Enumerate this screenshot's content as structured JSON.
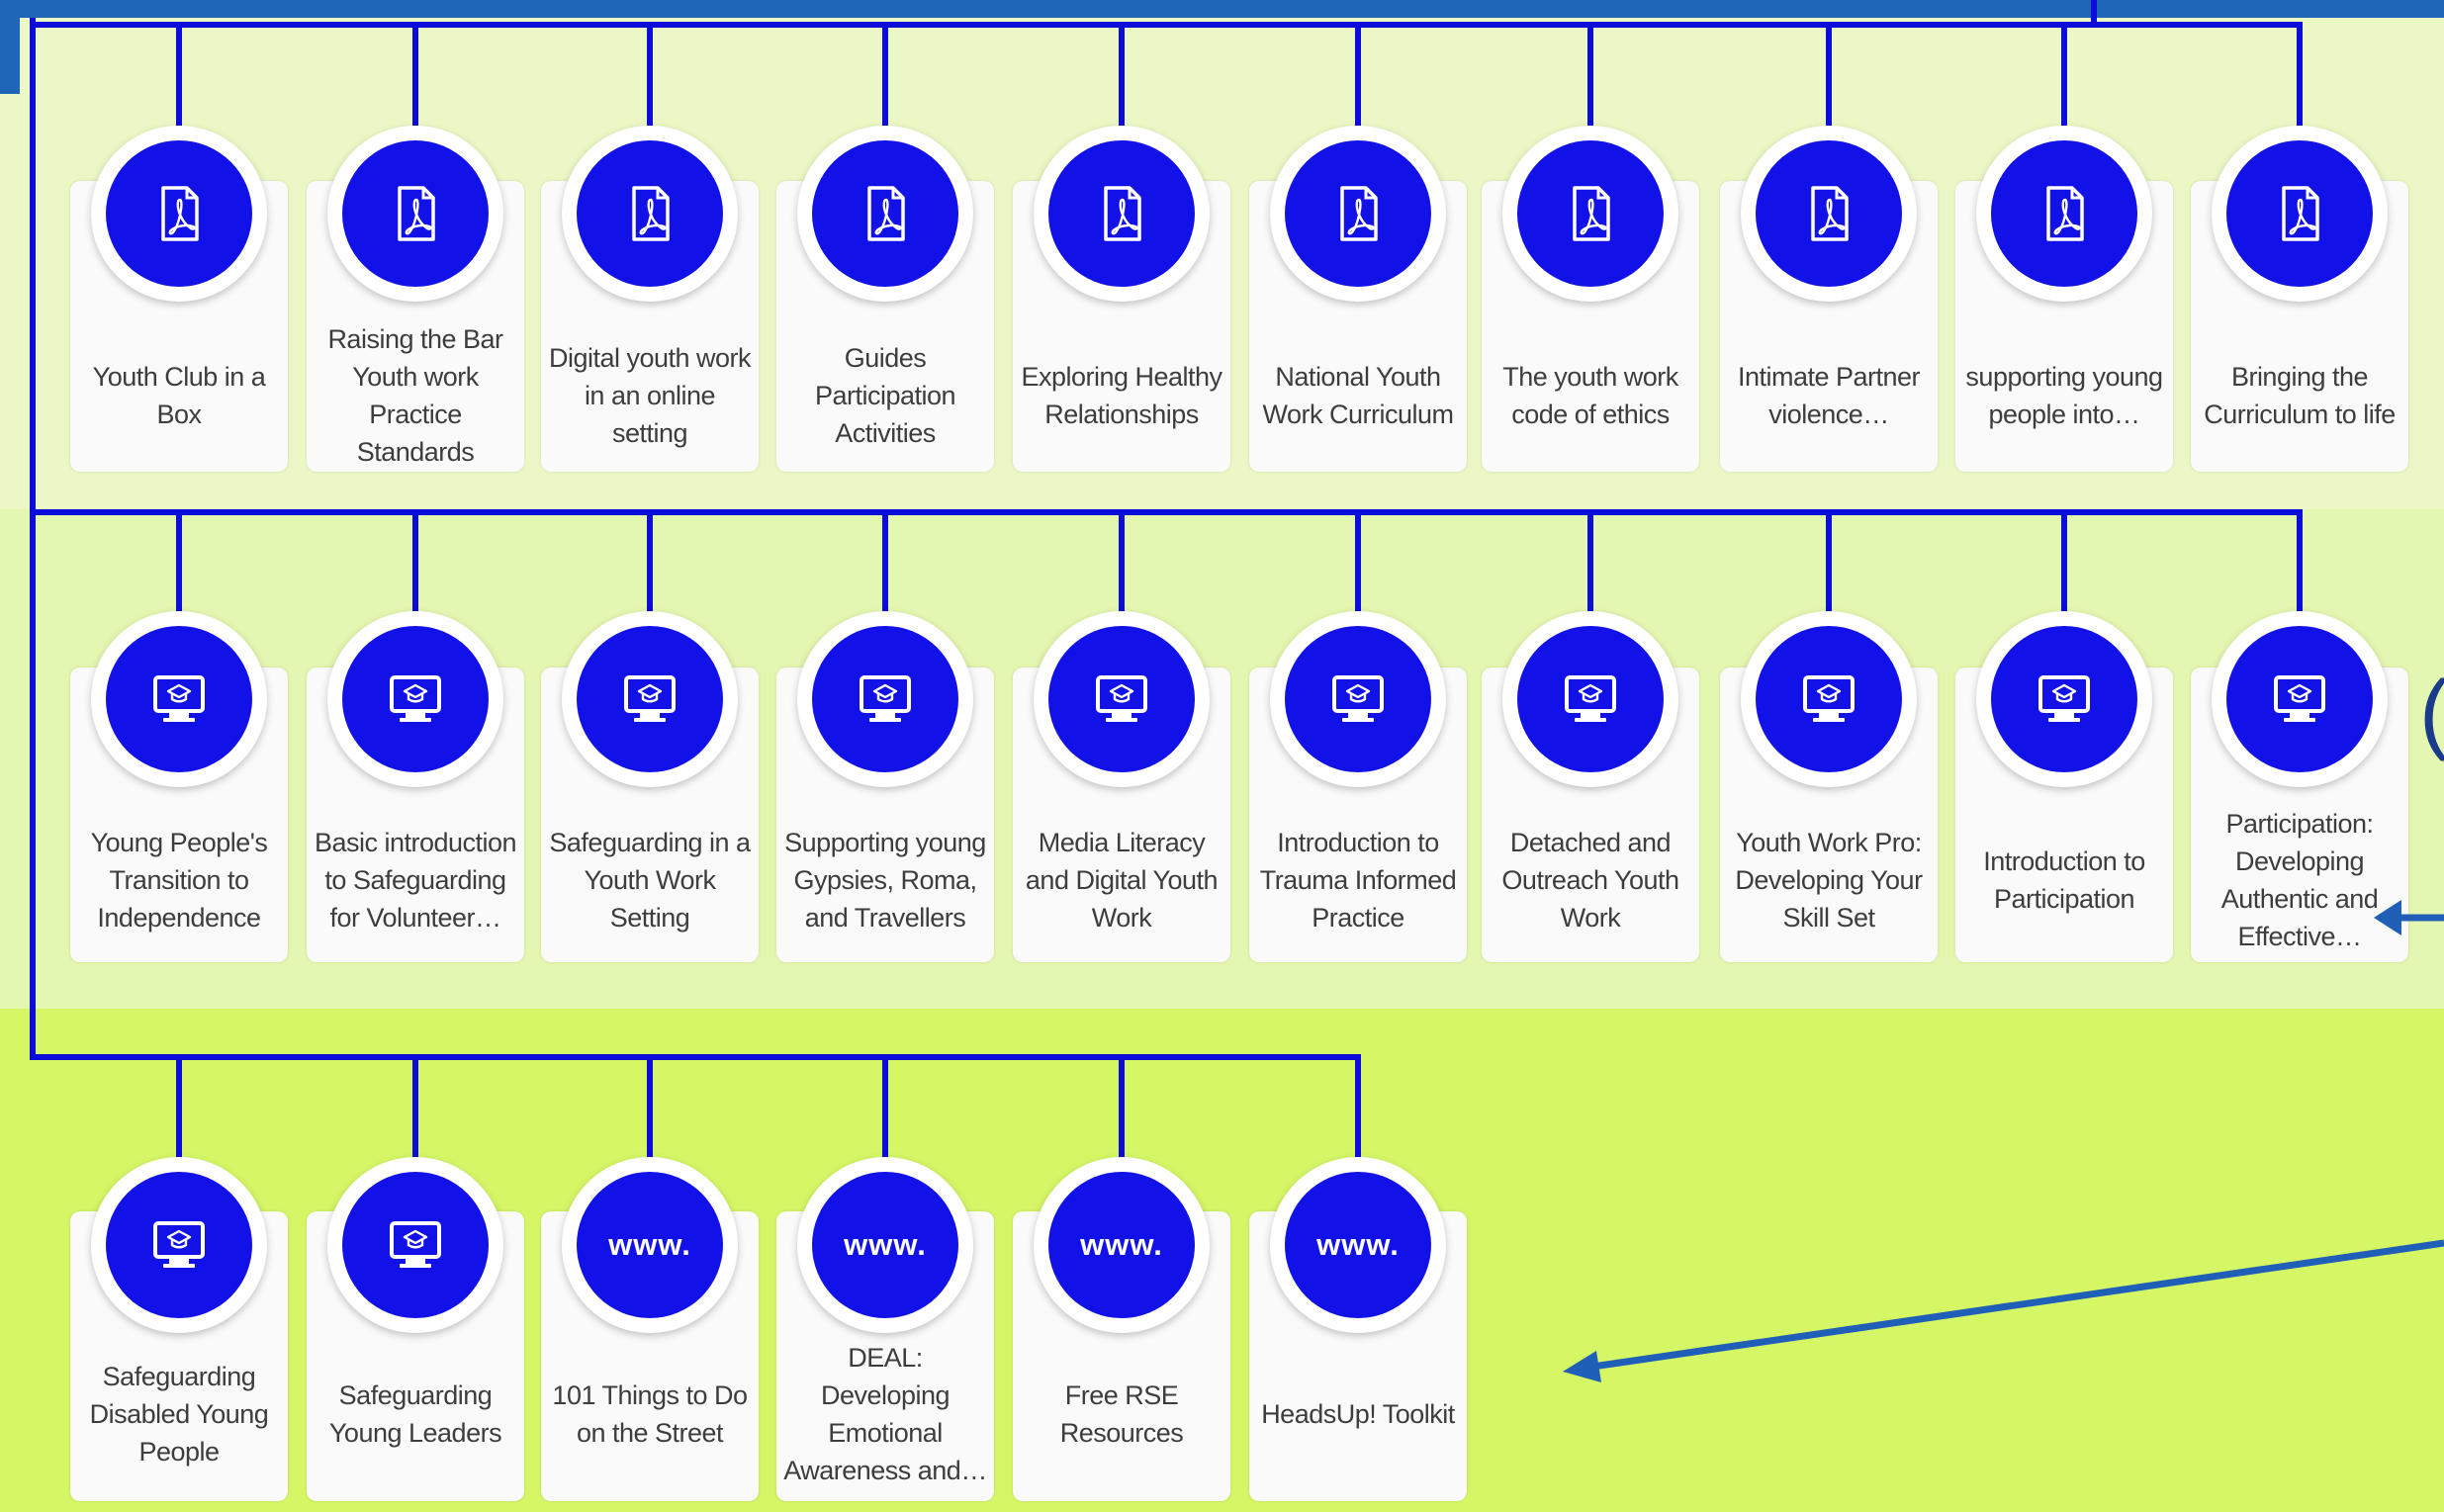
{
  "rows": [
    {
      "icon": "pdf-icon",
      "items": [
        {
          "label": "Youth Club in a Box"
        },
        {
          "label": "Raising the Bar Youth work Practice Standards"
        },
        {
          "label": "Digital youth work in an online setting"
        },
        {
          "label": "Guides Participation Activities"
        },
        {
          "label": "Exploring Healthy Relationships"
        },
        {
          "label": "National Youth Work Curriculum"
        },
        {
          "label": "The youth work code of ethics"
        },
        {
          "label": "Intimate Partner violence…"
        },
        {
          "label": "supporting young people into…"
        },
        {
          "label": "Bringing the Curriculum to life"
        }
      ]
    },
    {
      "icon": "elearning-monitor-icon",
      "items": [
        {
          "label": "Young People's Transition to Independence"
        },
        {
          "label": "Basic introduction to Safeguarding for Volunteer…"
        },
        {
          "label": "Safeguarding in a Youth Work Setting"
        },
        {
          "label": "Supporting young Gypsies, Roma, and Travellers"
        },
        {
          "label": "Media Literacy and Digital Youth Work"
        },
        {
          "label": "Introduction to Trauma Informed Practice"
        },
        {
          "label": "Detached and Outreach Youth Work"
        },
        {
          "label": "Youth Work Pro: Developing Your Skill Set"
        },
        {
          "label": "Introduction to Participation"
        },
        {
          "label": "Participation: Developing Authentic and Effective…"
        }
      ]
    },
    {
      "icon": "mixed",
      "items": [
        {
          "label": "Safeguarding Disabled Young People",
          "icon": "elearning-monitor-icon"
        },
        {
          "label": "Safeguarding Young Leaders",
          "icon": "elearning-monitor-icon"
        },
        {
          "label": "101 Things to Do on the Street",
          "icon": "web-link-icon",
          "icon_text": "www."
        },
        {
          "label": "DEAL: Developing Emotional Awareness and…",
          "icon": "web-link-icon",
          "icon_text": "www."
        },
        {
          "label": "Free RSE Resources",
          "icon": "web-link-icon",
          "icon_text": "www."
        },
        {
          "label": "HeadsUp! Toolkit",
          "icon": "web-link-icon",
          "icon_text": "www."
        }
      ]
    }
  ],
  "edge_glyph": "(",
  "colors": {
    "node_blue": "#1212e8",
    "connector_blue": "#0d0dd9",
    "arrow_blue": "#1f5fb8",
    "band_top": "#ebf8c5",
    "band_mid": "#e4f7b0",
    "band_bottom": "#d5f766"
  }
}
